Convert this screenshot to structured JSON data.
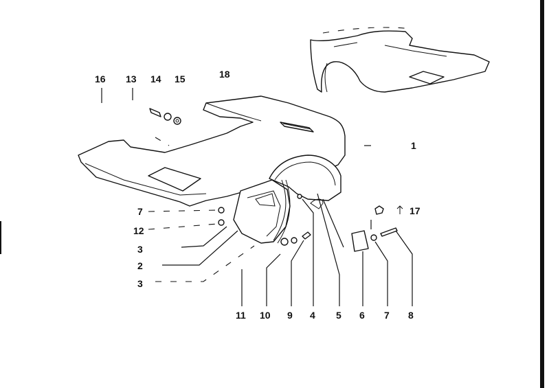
{
  "diagram": {
    "callouts": [
      {
        "id": "c16",
        "label": "16"
      },
      {
        "id": "c13",
        "label": "13"
      },
      {
        "id": "c14",
        "label": "14"
      },
      {
        "id": "c15",
        "label": "15"
      },
      {
        "id": "c18",
        "label": "18"
      },
      {
        "id": "c1",
        "label": "1"
      },
      {
        "id": "c7a",
        "label": "7"
      },
      {
        "id": "c12",
        "label": "12"
      },
      {
        "id": "c3a",
        "label": "3"
      },
      {
        "id": "c2",
        "label": "2"
      },
      {
        "id": "c3b",
        "label": "3"
      },
      {
        "id": "c17",
        "label": "17"
      },
      {
        "id": "c11",
        "label": "11"
      },
      {
        "id": "c10",
        "label": "10"
      },
      {
        "id": "c9",
        "label": "9"
      },
      {
        "id": "c4",
        "label": "4"
      },
      {
        "id": "c5",
        "label": "5"
      },
      {
        "id": "c6",
        "label": "6"
      },
      {
        "id": "c7b",
        "label": "7"
      },
      {
        "id": "c8",
        "label": "8"
      }
    ]
  }
}
